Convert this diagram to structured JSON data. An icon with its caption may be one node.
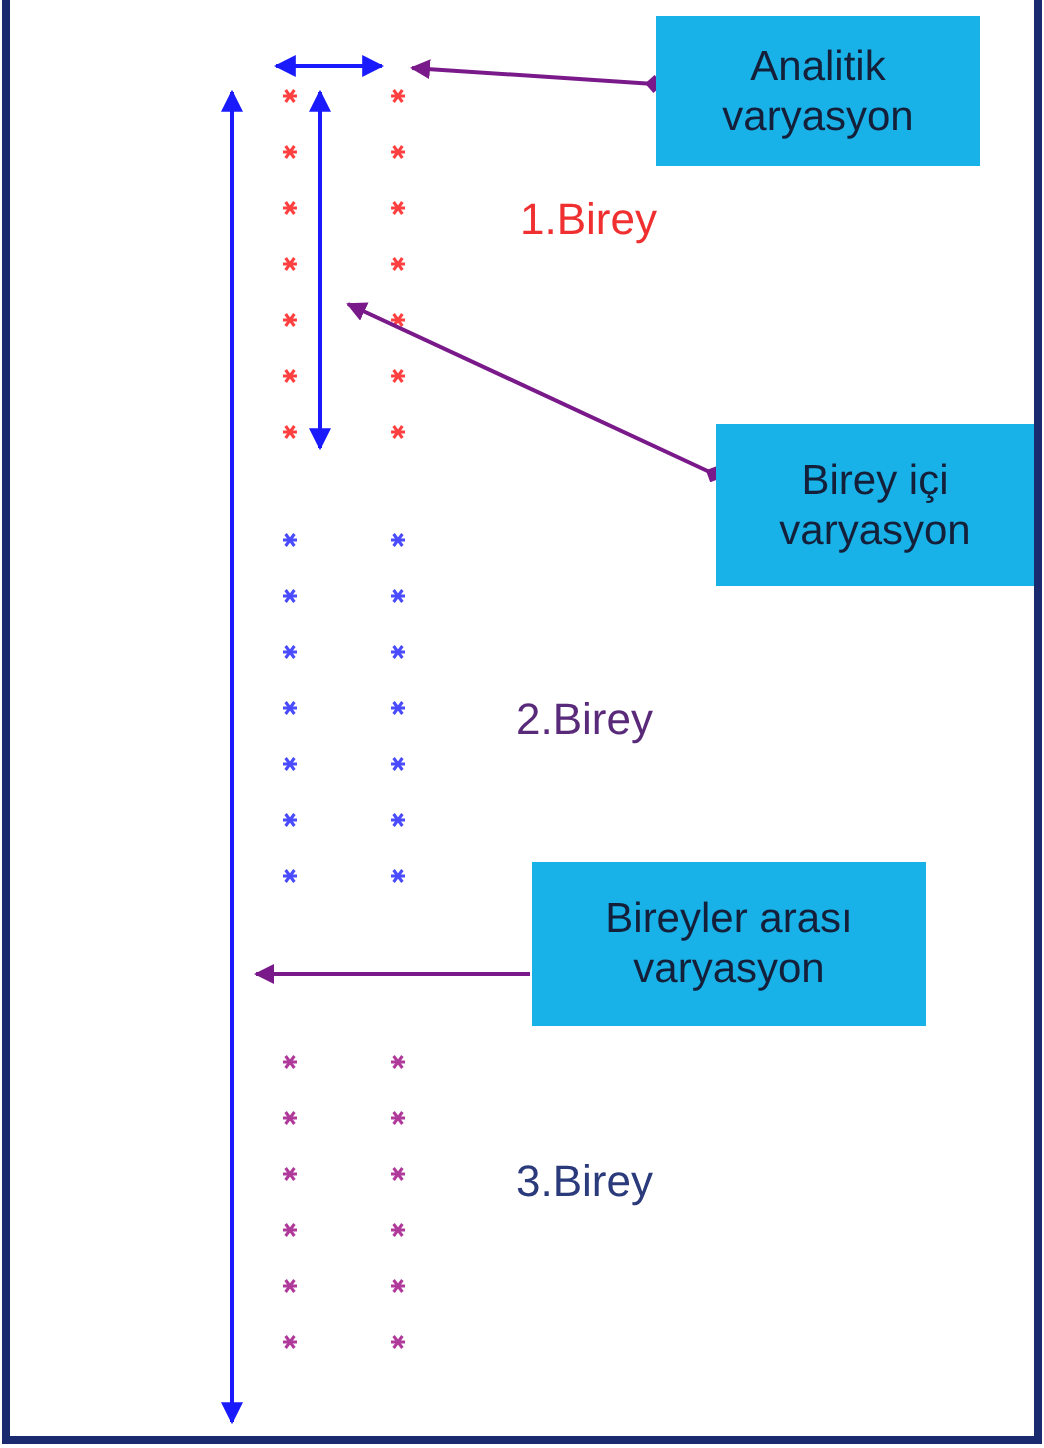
{
  "diagram": {
    "nodes": [
      {
        "text": [
          "Analitik varyasyon"
        ]
      },
      {
        "text": [
          "Birey içi varyasyon"
        ]
      },
      {
        "text": [
          "Bireyler arası varyasyon"
        ]
      }
    ],
    "edges": [
      {
        "from": 0,
        "to": null,
        "arrow": "to"
      },
      {
        "from": 1,
        "to": null,
        "arrow": "to"
      },
      {
        "from": 2,
        "to": null,
        "arrow": "to"
      }
    ],
    "labels": [
      "1.Birey",
      "2.Birey",
      "3.Birey"
    ]
  }
}
